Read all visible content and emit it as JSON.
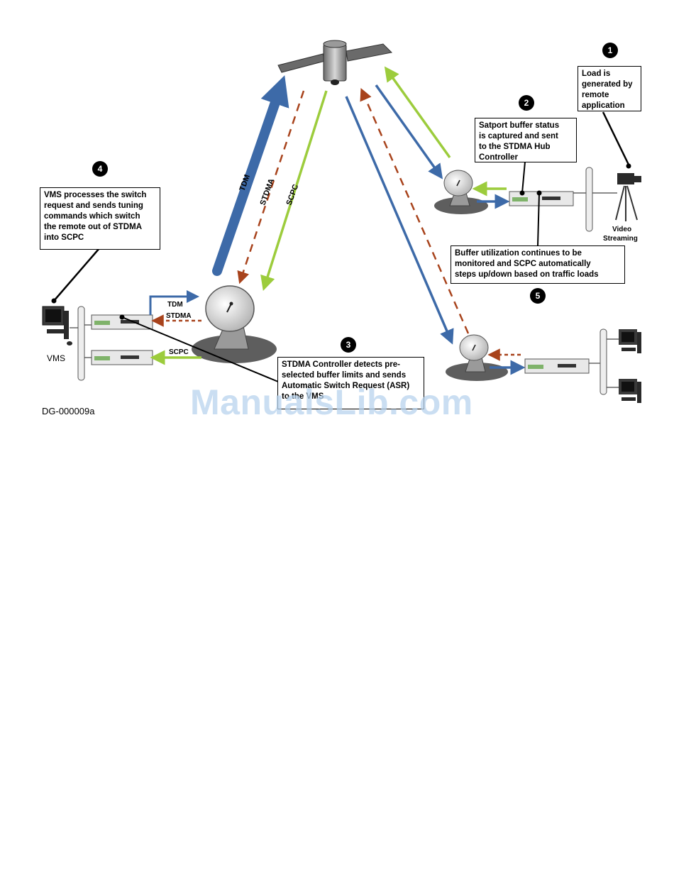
{
  "steps": {
    "s1": {
      "num": "1",
      "lines": [
        "Load is",
        "generated by",
        "remote",
        "application"
      ]
    },
    "s2": {
      "num": "2",
      "lines": [
        "Satport buffer status",
        "is captured and sent",
        "to the STDMA Hub",
        "Controller"
      ]
    },
    "s3": {
      "num": "3",
      "lines": [
        "STDMA Controller detects pre-",
        "selected buffer limits and sends",
        "Automatic Switch Request (ASR)",
        "to the VMS"
      ]
    },
    "s4": {
      "num": "4",
      "lines": [
        "VMS processes the switch",
        "request and sends tuning",
        "commands which switch",
        "the remote out of STDMA",
        "into SCPC"
      ]
    },
    "s5": {
      "num": "5",
      "lines": [
        "Buffer utilization continues to be",
        "monitored and SCPC automatically",
        "steps up/down based on traffic loads"
      ]
    }
  },
  "link_labels": {
    "tdm": "TDM",
    "stdma": "STDMA",
    "scpc": "SCPC"
  },
  "hub_labels": {
    "tdm": "TDM",
    "stdma": "STDMA",
    "scpc": "SCPC"
  },
  "device_labels": {
    "vms": "VMS",
    "video_line1": "Video",
    "video_line2": "Streaming"
  },
  "figure_id": "DG-000009a",
  "watermark": "ManualsLib.com",
  "colors": {
    "tdm": "#3d6aa8",
    "stdma": "#a8431c",
    "scpc": "#9ccc3c"
  }
}
